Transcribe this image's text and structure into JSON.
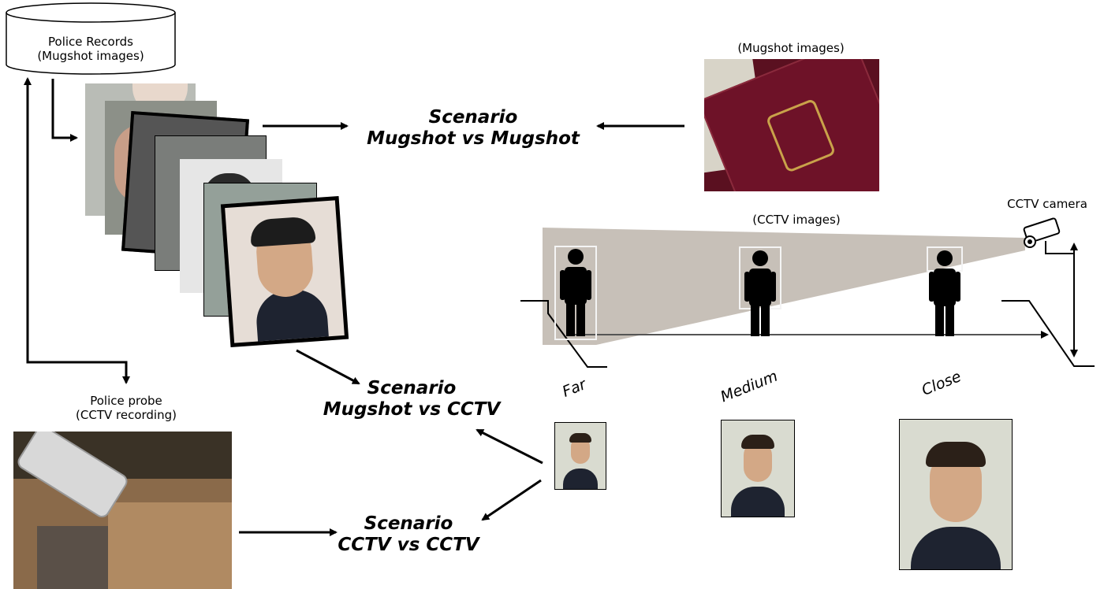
{
  "database": {
    "line1": "Police Records",
    "line2": "(Mugshot images)"
  },
  "mugshot_source": {
    "label": "(Mugshot images)"
  },
  "cctv_source": {
    "label": "(CCTV images)",
    "camera_label": "CCTV camera"
  },
  "probe": {
    "line1": "Police probe",
    "line2": "(CCTV recording)"
  },
  "scenarios": [
    {
      "line1": "Scenario",
      "line2": "Mugshot vs Mugshot"
    },
    {
      "line1": "Scenario",
      "line2": "Mugshot vs CCTV"
    },
    {
      "line1": "Scenario",
      "line2": "CCTV vs CCTV"
    }
  ],
  "distances": [
    "Far",
    "Medium",
    "Close"
  ],
  "colors": {
    "cone": "#c4bdb4",
    "passport": "#6e1228",
    "face_bg": "#d9dbd0",
    "crowd": "#8a6a4a"
  }
}
